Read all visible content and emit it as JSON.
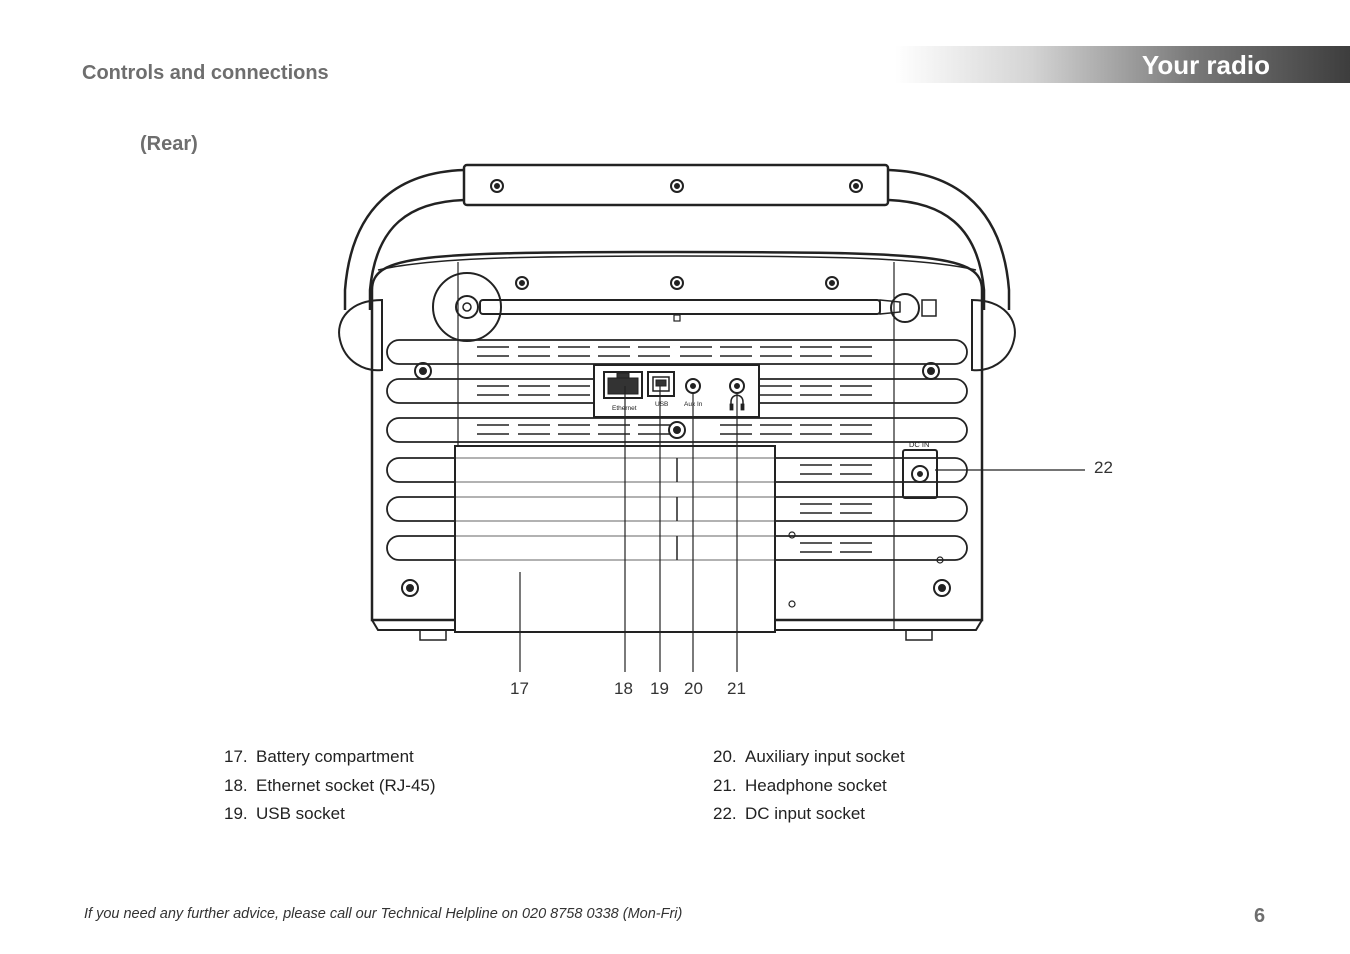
{
  "header": {
    "section_title": "Controls and connections",
    "banner_title": "Your radio"
  },
  "view_label": "(Rear)",
  "diagram": {
    "port_labels": {
      "ethernet": "Ethernet",
      "usb": "USB",
      "aux_in": "Aux In",
      "dc_in": "DC IN"
    },
    "callouts": [
      {
        "id": "17",
        "label": "17"
      },
      {
        "id": "18",
        "label": "18"
      },
      {
        "id": "19",
        "label": "19"
      },
      {
        "id": "20",
        "label": "20"
      },
      {
        "id": "21",
        "label": "21"
      },
      {
        "id": "22",
        "label": "22"
      }
    ]
  },
  "legend": {
    "left": [
      {
        "num": "17.",
        "text": "Battery compartment"
      },
      {
        "num": "18.",
        "text": "Ethernet socket (RJ-45)"
      },
      {
        "num": "19.",
        "text": "USB socket"
      }
    ],
    "right": [
      {
        "num": "20.",
        "text": "Auxiliary input socket"
      },
      {
        "num": "21.",
        "text": "Headphone socket"
      },
      {
        "num": "22.",
        "text": "DC input socket"
      }
    ]
  },
  "footer": {
    "helpline": "If you need any further advice, please call our Technical Helpline on 020 8758 0338 (Mon-Fri)",
    "page_number": "6"
  },
  "colors": {
    "heading_grey": "#6e6e6e",
    "banner_dark": "#3d3d3d",
    "line": "#222222"
  }
}
